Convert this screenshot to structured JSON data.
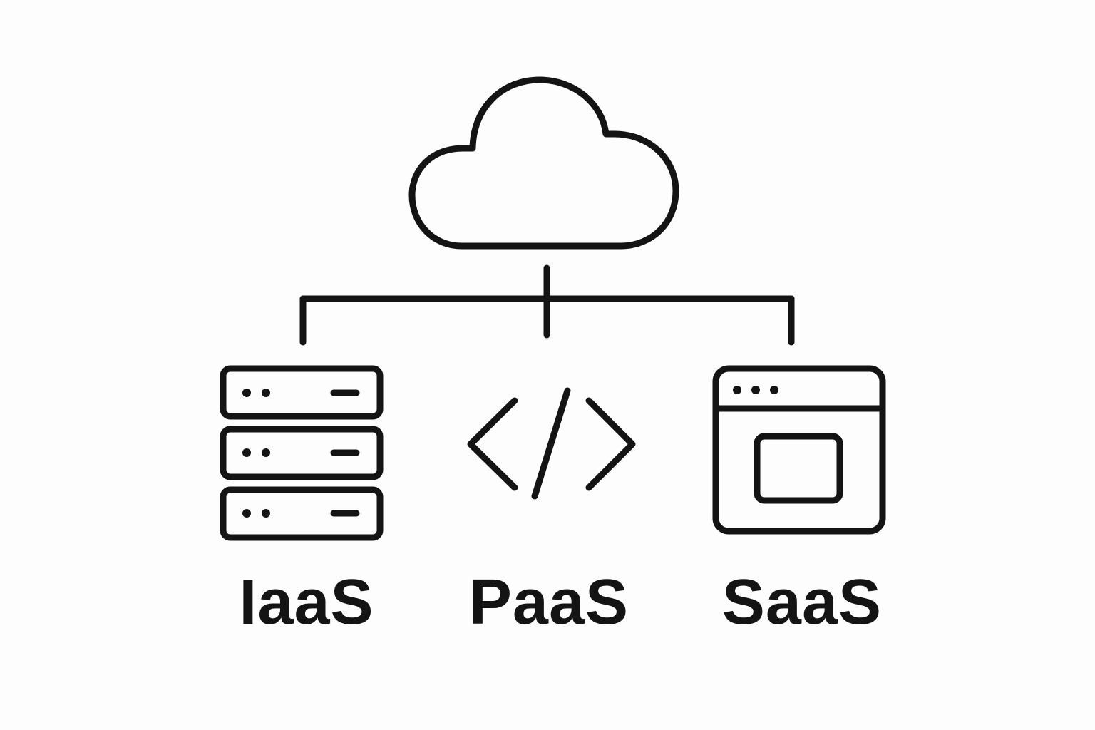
{
  "colors": {
    "stroke": "#141414",
    "background": "#fdfdfd"
  },
  "icons": {
    "top": "cloud-icon",
    "iaas": "server-stack-icon",
    "paas": "code-icon",
    "saas": "browser-window-icon"
  },
  "services": [
    {
      "label": "IaaS"
    },
    {
      "label": "PaaS"
    },
    {
      "label": "SaaS"
    }
  ]
}
